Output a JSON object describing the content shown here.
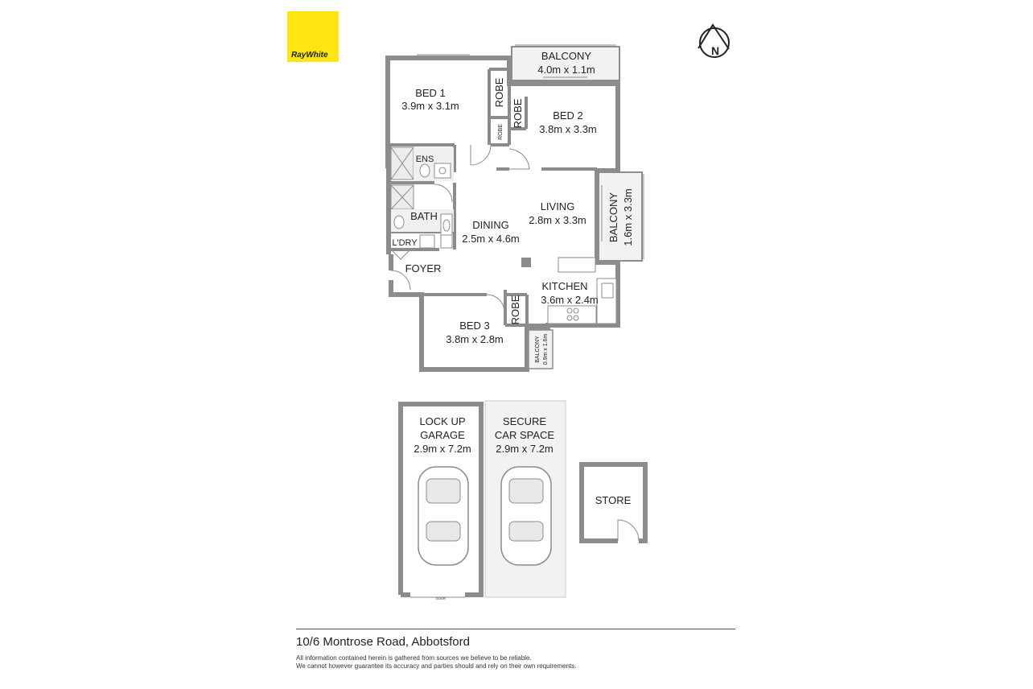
{
  "brand": {
    "name": "RayWhite",
    "color": "#ffe512"
  },
  "compass": {
    "label": "N"
  },
  "rooms": {
    "bed1": {
      "name": "BED 1",
      "size": "3.9m x 3.1m"
    },
    "bed2": {
      "name": "BED 2",
      "size": "3.8m x 3.3m"
    },
    "bed3": {
      "name": "BED 3",
      "size": "3.8m x 2.8m"
    },
    "balcony_top": {
      "name": "BALCONY",
      "size": "4.0m x 1.1m"
    },
    "balcony_side": {
      "name": "BALCONY",
      "size": "1.6m x 3.3m"
    },
    "balcony_small": {
      "name": "BALCONY",
      "size": "0.9m x 1.6m"
    },
    "living": {
      "name": "LIVING",
      "size": "2.8m x 3.3m"
    },
    "dining": {
      "name": "DINING",
      "size": "2.5m x 4.6m"
    },
    "kitchen": {
      "name": "KITCHEN",
      "size": "3.6m x 2.4m"
    },
    "robe": "ROBE",
    "ensuite": "ENS",
    "bath": "BATH",
    "laundry": "L'DRY",
    "foyer": "FOYER",
    "garage": {
      "line1": "LOCK UP",
      "line2": "GARAGE",
      "size": "2.9m x 7.2m"
    },
    "car_space": {
      "line1": "SECURE",
      "line2": "CAR SPACE",
      "size": "2.9m x 7.2m"
    },
    "store": "STORE",
    "door_label": "DOOR"
  },
  "footer": {
    "address": "10/6 Montrose Road, Abbotsford",
    "disclaimer_1": "All information contained herein is gathered from sources we believe to be reliable.",
    "disclaimer_2": "We cannot however guarantee its accuracy and parties should and rely on their own requirements."
  }
}
